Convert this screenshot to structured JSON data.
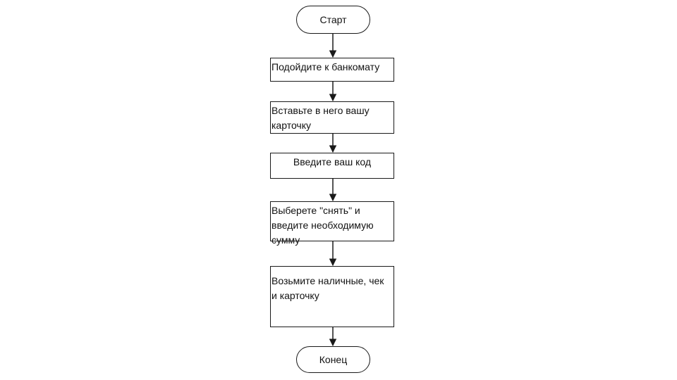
{
  "flowchart": {
    "nodes": [
      {
        "id": "start",
        "shape": "terminal",
        "text": "Старт"
      },
      {
        "id": "step1",
        "shape": "process",
        "text": "Подойдите к банкомату"
      },
      {
        "id": "step2",
        "shape": "process",
        "text": "Вставьте в него вашу\nкарточку"
      },
      {
        "id": "step3",
        "shape": "process",
        "text": "Введите ваш код"
      },
      {
        "id": "step4",
        "shape": "process",
        "text": "Выберете \"снять\" и\nвведите необходимую\nсумму"
      },
      {
        "id": "step5",
        "shape": "process",
        "text": "Возьмите наличные, чек\nи карточку"
      },
      {
        "id": "end",
        "shape": "terminal",
        "text": "Конец"
      }
    ],
    "edges": [
      {
        "from": "start",
        "to": "step1"
      },
      {
        "from": "step1",
        "to": "step2"
      },
      {
        "from": "step2",
        "to": "step3"
      },
      {
        "from": "step3",
        "to": "step4"
      },
      {
        "from": "step4",
        "to": "step5"
      },
      {
        "from": "step5",
        "to": "end"
      }
    ],
    "colors": {
      "stroke": "#1a1a1a",
      "fill": "#ffffff",
      "text": "#111111"
    }
  }
}
